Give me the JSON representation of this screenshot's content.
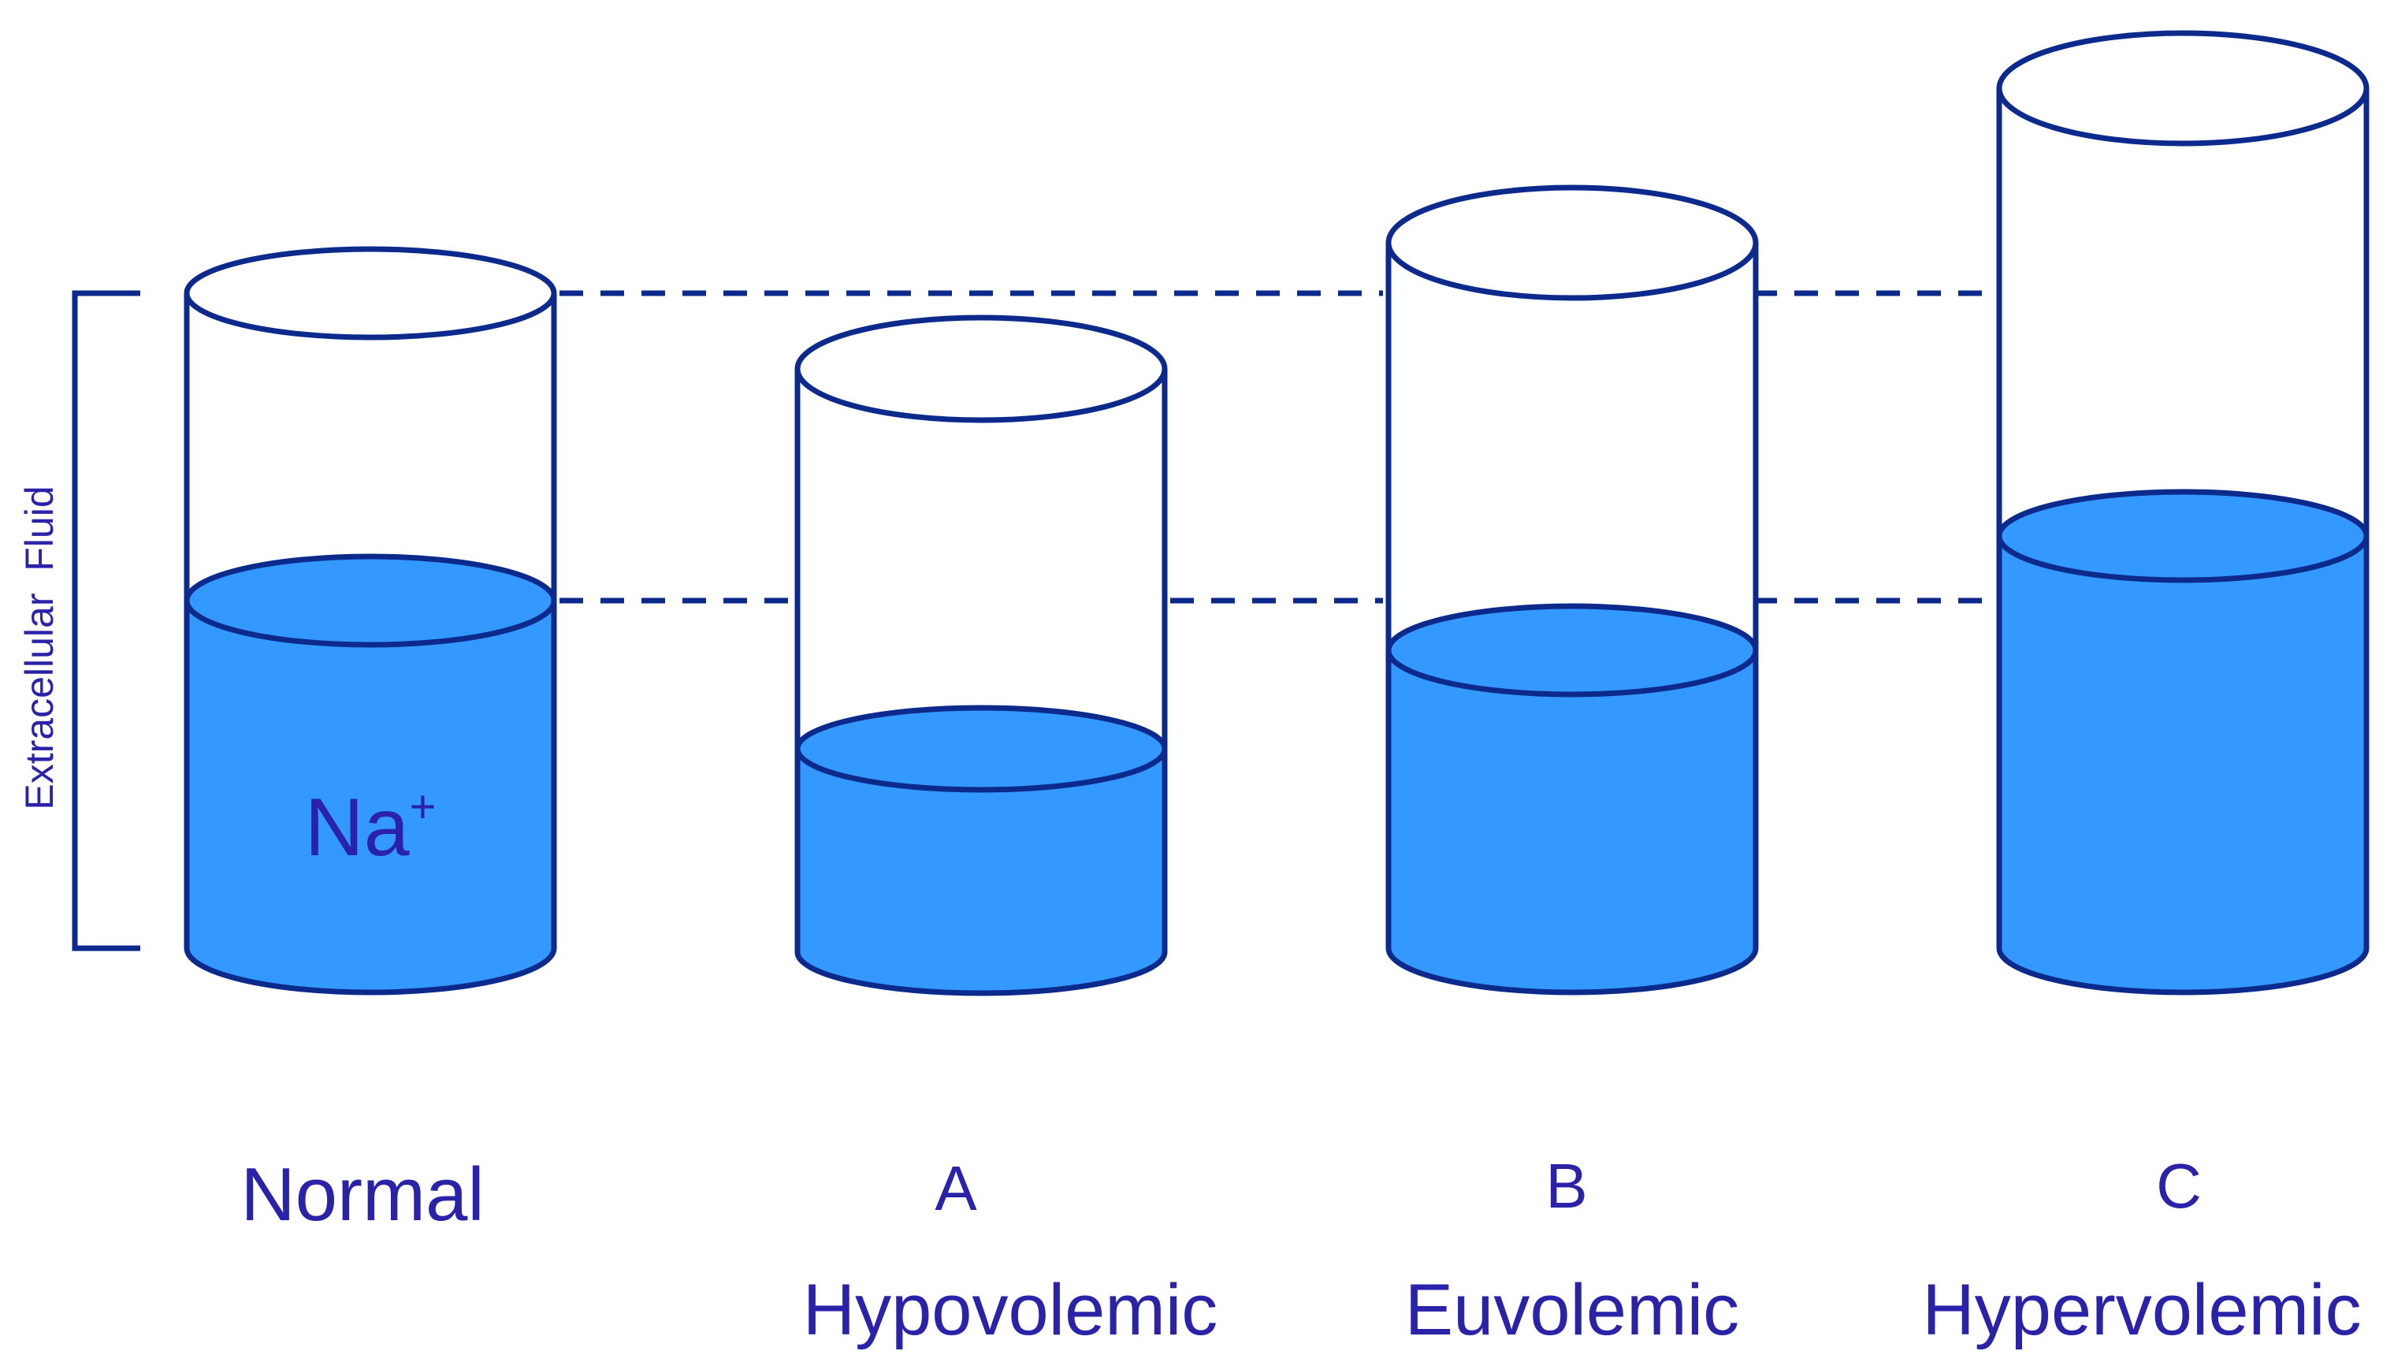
{
  "colors": {
    "outline": "#0c2a8c",
    "fluid": "#3399ff",
    "fluid_surface": "#99c5ff",
    "label": "#2a22a8"
  },
  "bracket_label": "Extracellular  Fluid",
  "ion_label": {
    "base": "Na",
    "superscript": "+"
  },
  "containers": [
    {
      "id": "normal",
      "letter": "",
      "label": "Normal"
    },
    {
      "id": "a",
      "letter": "A",
      "label": "Hypovolemic"
    },
    {
      "id": "b",
      "letter": "B",
      "label": "Euvolemic"
    },
    {
      "id": "c",
      "letter": "C",
      "label": "Hypervolemic"
    }
  ]
}
